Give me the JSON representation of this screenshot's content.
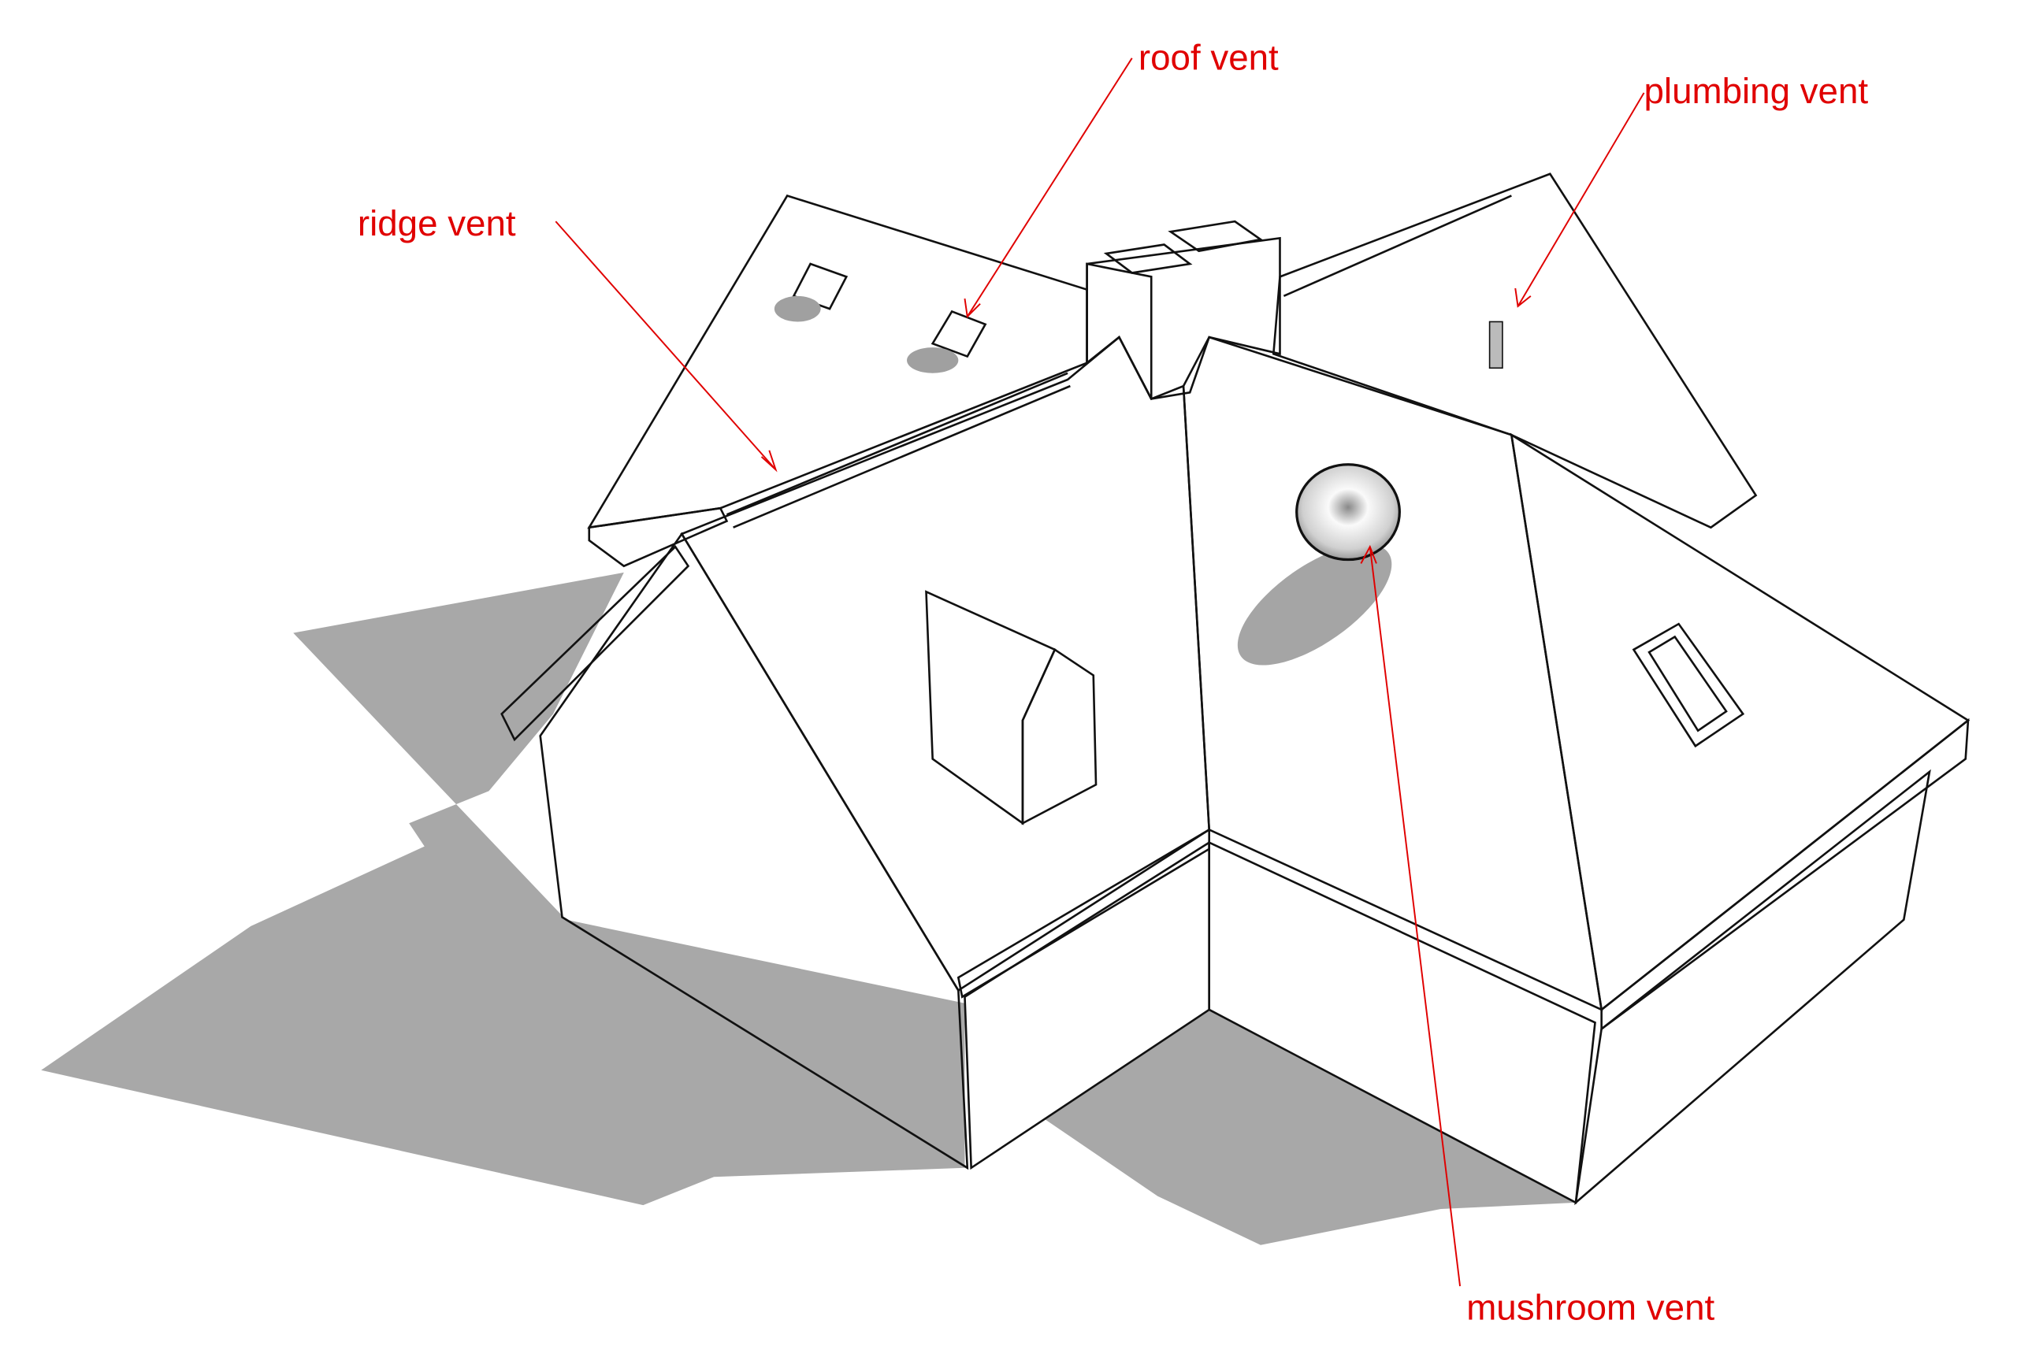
{
  "labels": {
    "ridge_vent": "ridge vent",
    "roof_vent": "roof vent",
    "plumbing_vent": "plumbing vent",
    "mushroom_vent": "mushroom vent"
  },
  "colors": {
    "label": "#e00000",
    "shadow": "#a8a8a8",
    "roof_shade": "#b5b5b5",
    "surface": "#ffffff",
    "edge": "#111111"
  }
}
